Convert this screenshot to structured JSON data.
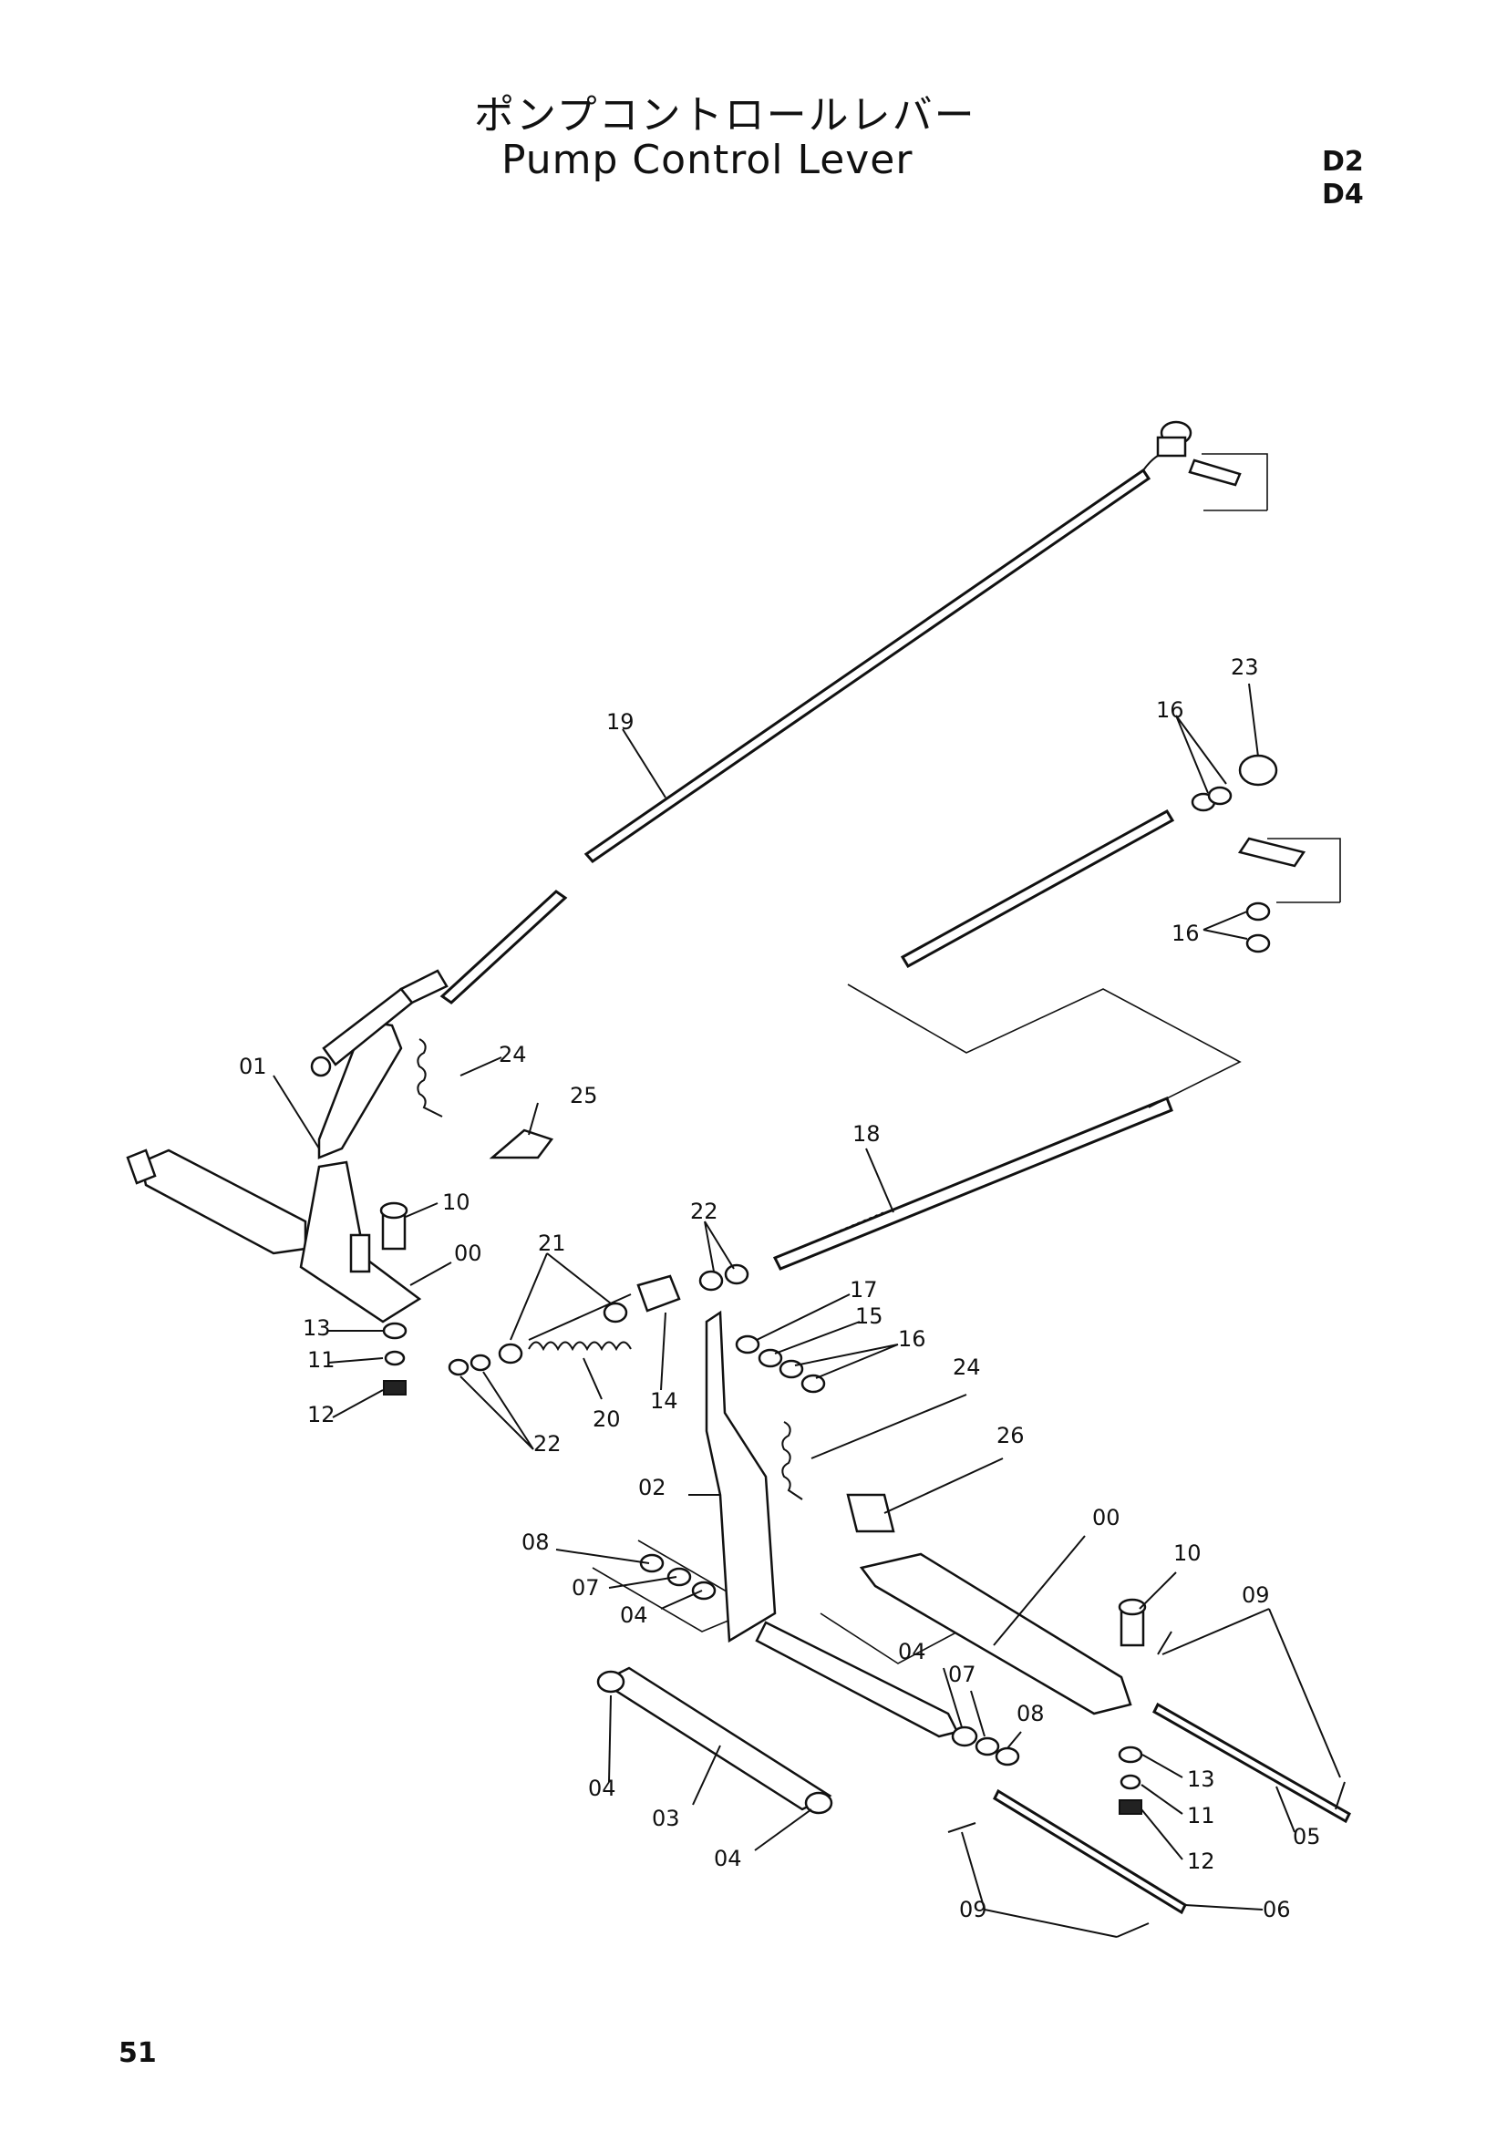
{
  "header": {
    "title_jp": "ポンプコントロールレバー",
    "title_en": "Pump Control Lever",
    "models": [
      "D2",
      "D4"
    ]
  },
  "page_number": "51",
  "callouts": [
    "19",
    "23",
    "16",
    "16",
    "24",
    "25",
    "01",
    "18",
    "10",
    "00",
    "22",
    "21",
    "17",
    "15",
    "16",
    "13",
    "11",
    "12",
    "20",
    "22",
    "14",
    "24",
    "26",
    "02",
    "00",
    "10",
    "08",
    "07",
    "04",
    "09",
    "04",
    "07",
    "08",
    "04",
    "03",
    "04",
    "13",
    "11",
    "12",
    "05",
    "09",
    "06"
  ]
}
